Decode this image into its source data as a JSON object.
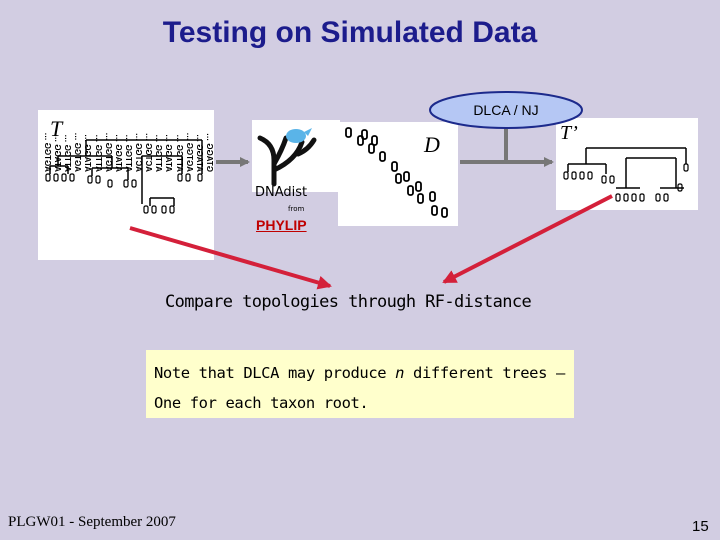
{
  "title": "Testing on Simulated Data",
  "left_tree": {
    "label": "T",
    "sequences": [
      "AGTGG …",
      "ATAGG …",
      "ATTGG …",
      "AGTGG …",
      "ATAGG …",
      "ATTGG …",
      "AGTGG …",
      "ATAGG …",
      "ATTGG …",
      "ACTGG …",
      "ACTGG …",
      "ATTGG …",
      "ATAGG …",
      "ATTGG …",
      "AGTGG …",
      "ATAGG …",
      "GTAGG …"
    ]
  },
  "program": {
    "name": "DNAdist",
    "from": "from",
    "package": "PHYLIP"
  },
  "distance_matrix": {
    "label": "D"
  },
  "method": "DLCA / NJ",
  "right_tree": {
    "label": "T’"
  },
  "caption": "Compare topologies through RF-distance",
  "note": {
    "line1_prefix": "Note that DLCA may produce ",
    "line1_italic": "n",
    "line1_suffix": " different trees –",
    "line2": "One for each taxon root."
  },
  "footer": "PLGW01 - September 2007",
  "page_number": "15",
  "colors": {
    "title": "#1c1c8c",
    "background": "#d2cde2",
    "arrow": "#d4203a",
    "oval_fill": "#b5c7f4",
    "note_fill": "#ffffcc",
    "link": "#c00000"
  }
}
